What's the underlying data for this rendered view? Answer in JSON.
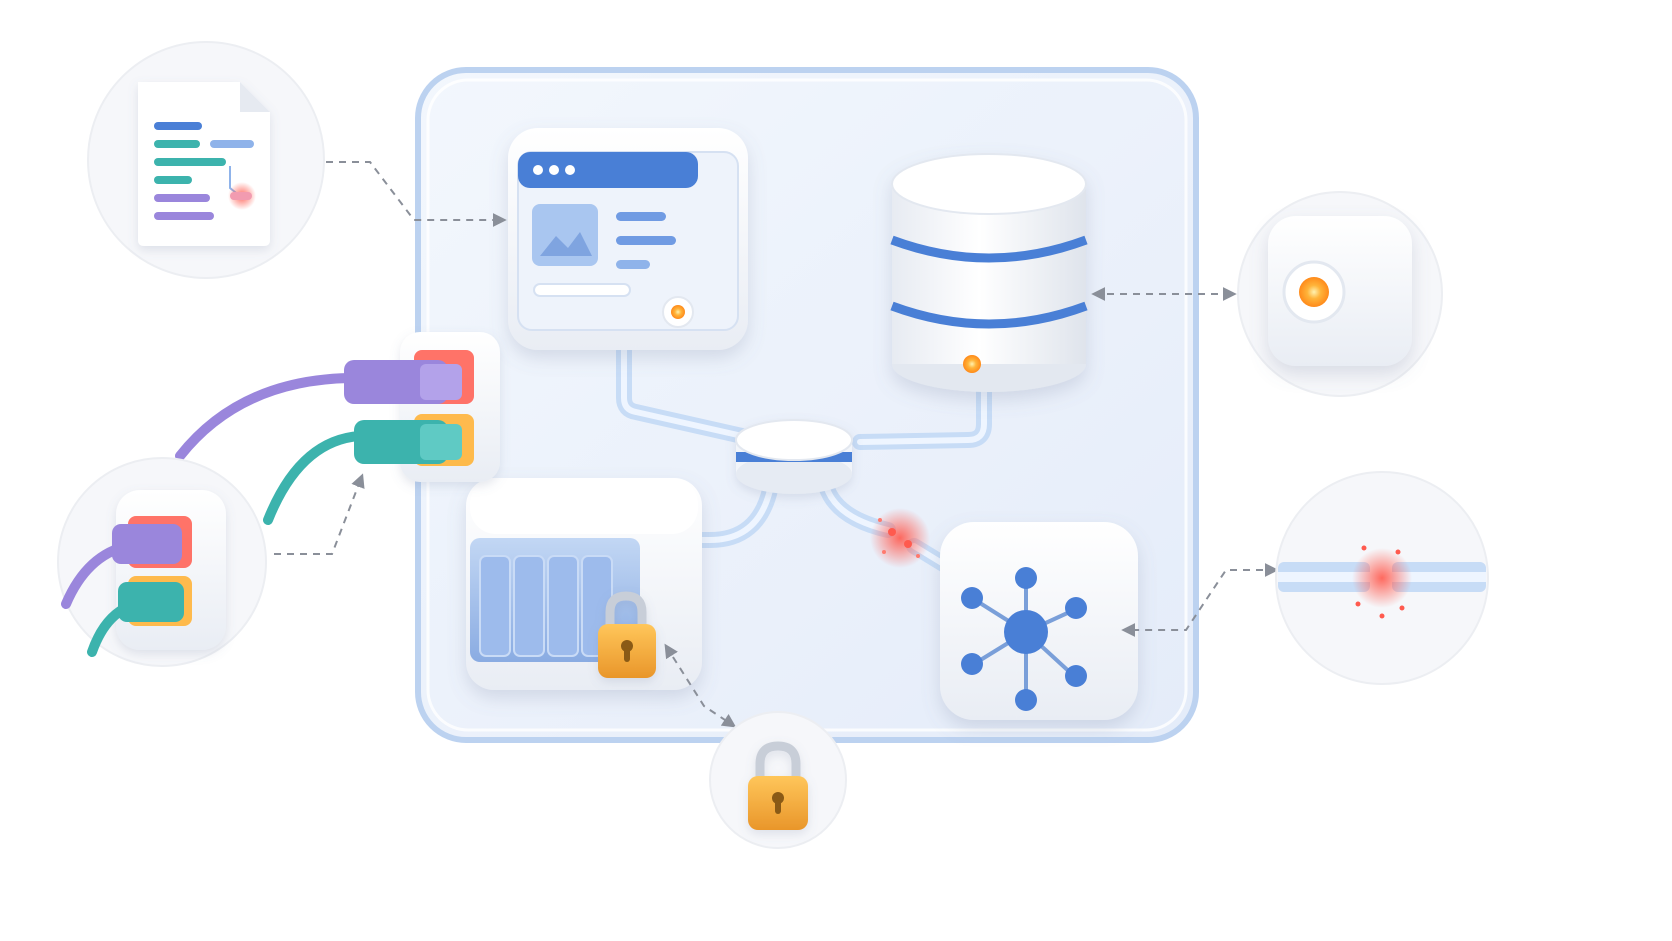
{
  "palette": {
    "panel_fill": "#eef3fb",
    "panel_edge": "#b9d0f0",
    "tile_white": "#fbfcfe",
    "accent_blue": "#4a7fd6",
    "light_blue": "#a9c6f0",
    "teal": "#3cb3ad",
    "purple": "#9a86dc",
    "lock_orange": "#f3ad3f",
    "alert_red": "#ff5a4e",
    "led_amber": "#ffb43a",
    "dashed_gray": "#8a8f99"
  },
  "icons": {
    "code_document": "document-code-icon",
    "app_window": "browser-window-icon",
    "database": "database-cylinder-icon",
    "central_hub": "hub-disc-icon",
    "storage": "storage-cabinet-icon",
    "padlock": "padlock-icon",
    "network": "network-node-icon",
    "port_panel": "connector-port-icon",
    "status_led": "status-led-icon",
    "broken_link": "broken-pipe-icon"
  },
  "callouts": [
    {
      "target": "app-window",
      "detail": "code-document"
    },
    {
      "target": "port-panel",
      "detail": "connector-ports"
    },
    {
      "target": "database",
      "detail": "status-led"
    },
    {
      "target": "network-node",
      "detail": "broken-pipe"
    },
    {
      "target": "storage-lock",
      "detail": "padlock"
    }
  ],
  "state": {
    "broken_connection": "hub-to-network-node",
    "locked_component": "storage"
  }
}
